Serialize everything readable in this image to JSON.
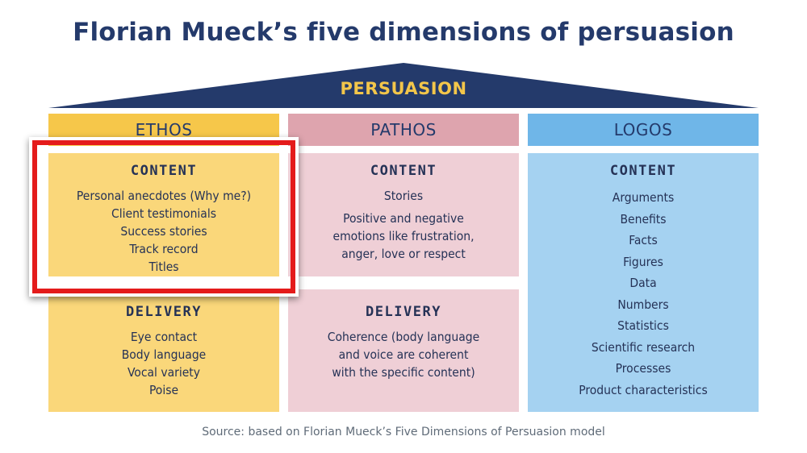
{
  "title": "Florian Mueck’s five dimensions of persuasion",
  "roof_label": "PERSUASION",
  "columns": [
    {
      "header": "ETHOS",
      "content": {
        "title": "CONTENT",
        "items": [
          "Personal anecdotes (Why me?)",
          "Client testimonials",
          "Success stories",
          "Track record",
          "Titles"
        ]
      },
      "delivery": {
        "title": "DELIVERY",
        "items": [
          "Eye contact",
          "Body language",
          "Vocal variety",
          "Poise"
        ]
      }
    },
    {
      "header": "PATHOS",
      "content": {
        "title": "CONTENT",
        "items": [
          "Stories",
          "Positive and negative",
          "emotions like frustration,",
          "anger, love or respect"
        ]
      },
      "delivery": {
        "title": "DELIVERY",
        "items": [
          "Coherence (body language",
          "and voice are coherent",
          "with the specific content)"
        ]
      }
    },
    {
      "header": "LOGOS",
      "content": {
        "title": "CONTENT",
        "items": [
          "Arguments",
          "Benefits",
          "Facts",
          "Figures",
          "Data",
          "Numbers",
          "Statistics",
          "Scientific research",
          "Processes",
          "Product characteristics"
        ]
      }
    }
  ],
  "source": "Source: based on Florian Mueck’s Five Dimensions of Persuasion model",
  "colors": {
    "navy": "#243a6b",
    "ethos_header": "#f6c74a",
    "ethos_box": "#fad77a",
    "pathos_header": "#dea4ae",
    "pathos_box": "#efcfd6",
    "logos_header": "#6fb6e8",
    "logos_box": "#a5d2f1",
    "highlight": "#e41b1b"
  }
}
